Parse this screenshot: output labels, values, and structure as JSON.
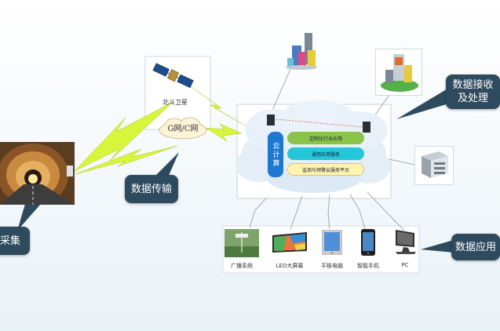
{
  "satellite": {
    "label": "北斗卫星"
  },
  "network": {
    "label": "G网/C网"
  },
  "cloud": {
    "vertical_label": "云计算",
    "layers": [
      {
        "label": "定制化行业应用",
        "color": "#8bc34a"
      },
      {
        "label": "通用应用服务",
        "color": "#26c6da"
      },
      {
        "label": "监测与预警云服务平台",
        "color": "#fff3b0"
      }
    ]
  },
  "callouts": {
    "collection": "采集",
    "transmission": "数据传输",
    "receive": "数据接收\n及处理",
    "application": "数据应用"
  },
  "devices": [
    {
      "label": "广播系统",
      "icon": "speaker-icon"
    },
    {
      "label": "LED大屏幕",
      "icon": "led-screen-icon"
    },
    {
      "label": "平板电脑",
      "icon": "tablet-icon"
    },
    {
      "label": "智能手机",
      "icon": "smartphone-icon"
    },
    {
      "label": "PC",
      "icon": "pc-icon"
    }
  ],
  "colors": {
    "callout": "#2e4a5e",
    "lightning": "#d7f53a",
    "cloud_layer_blue": "#1e78d0"
  }
}
